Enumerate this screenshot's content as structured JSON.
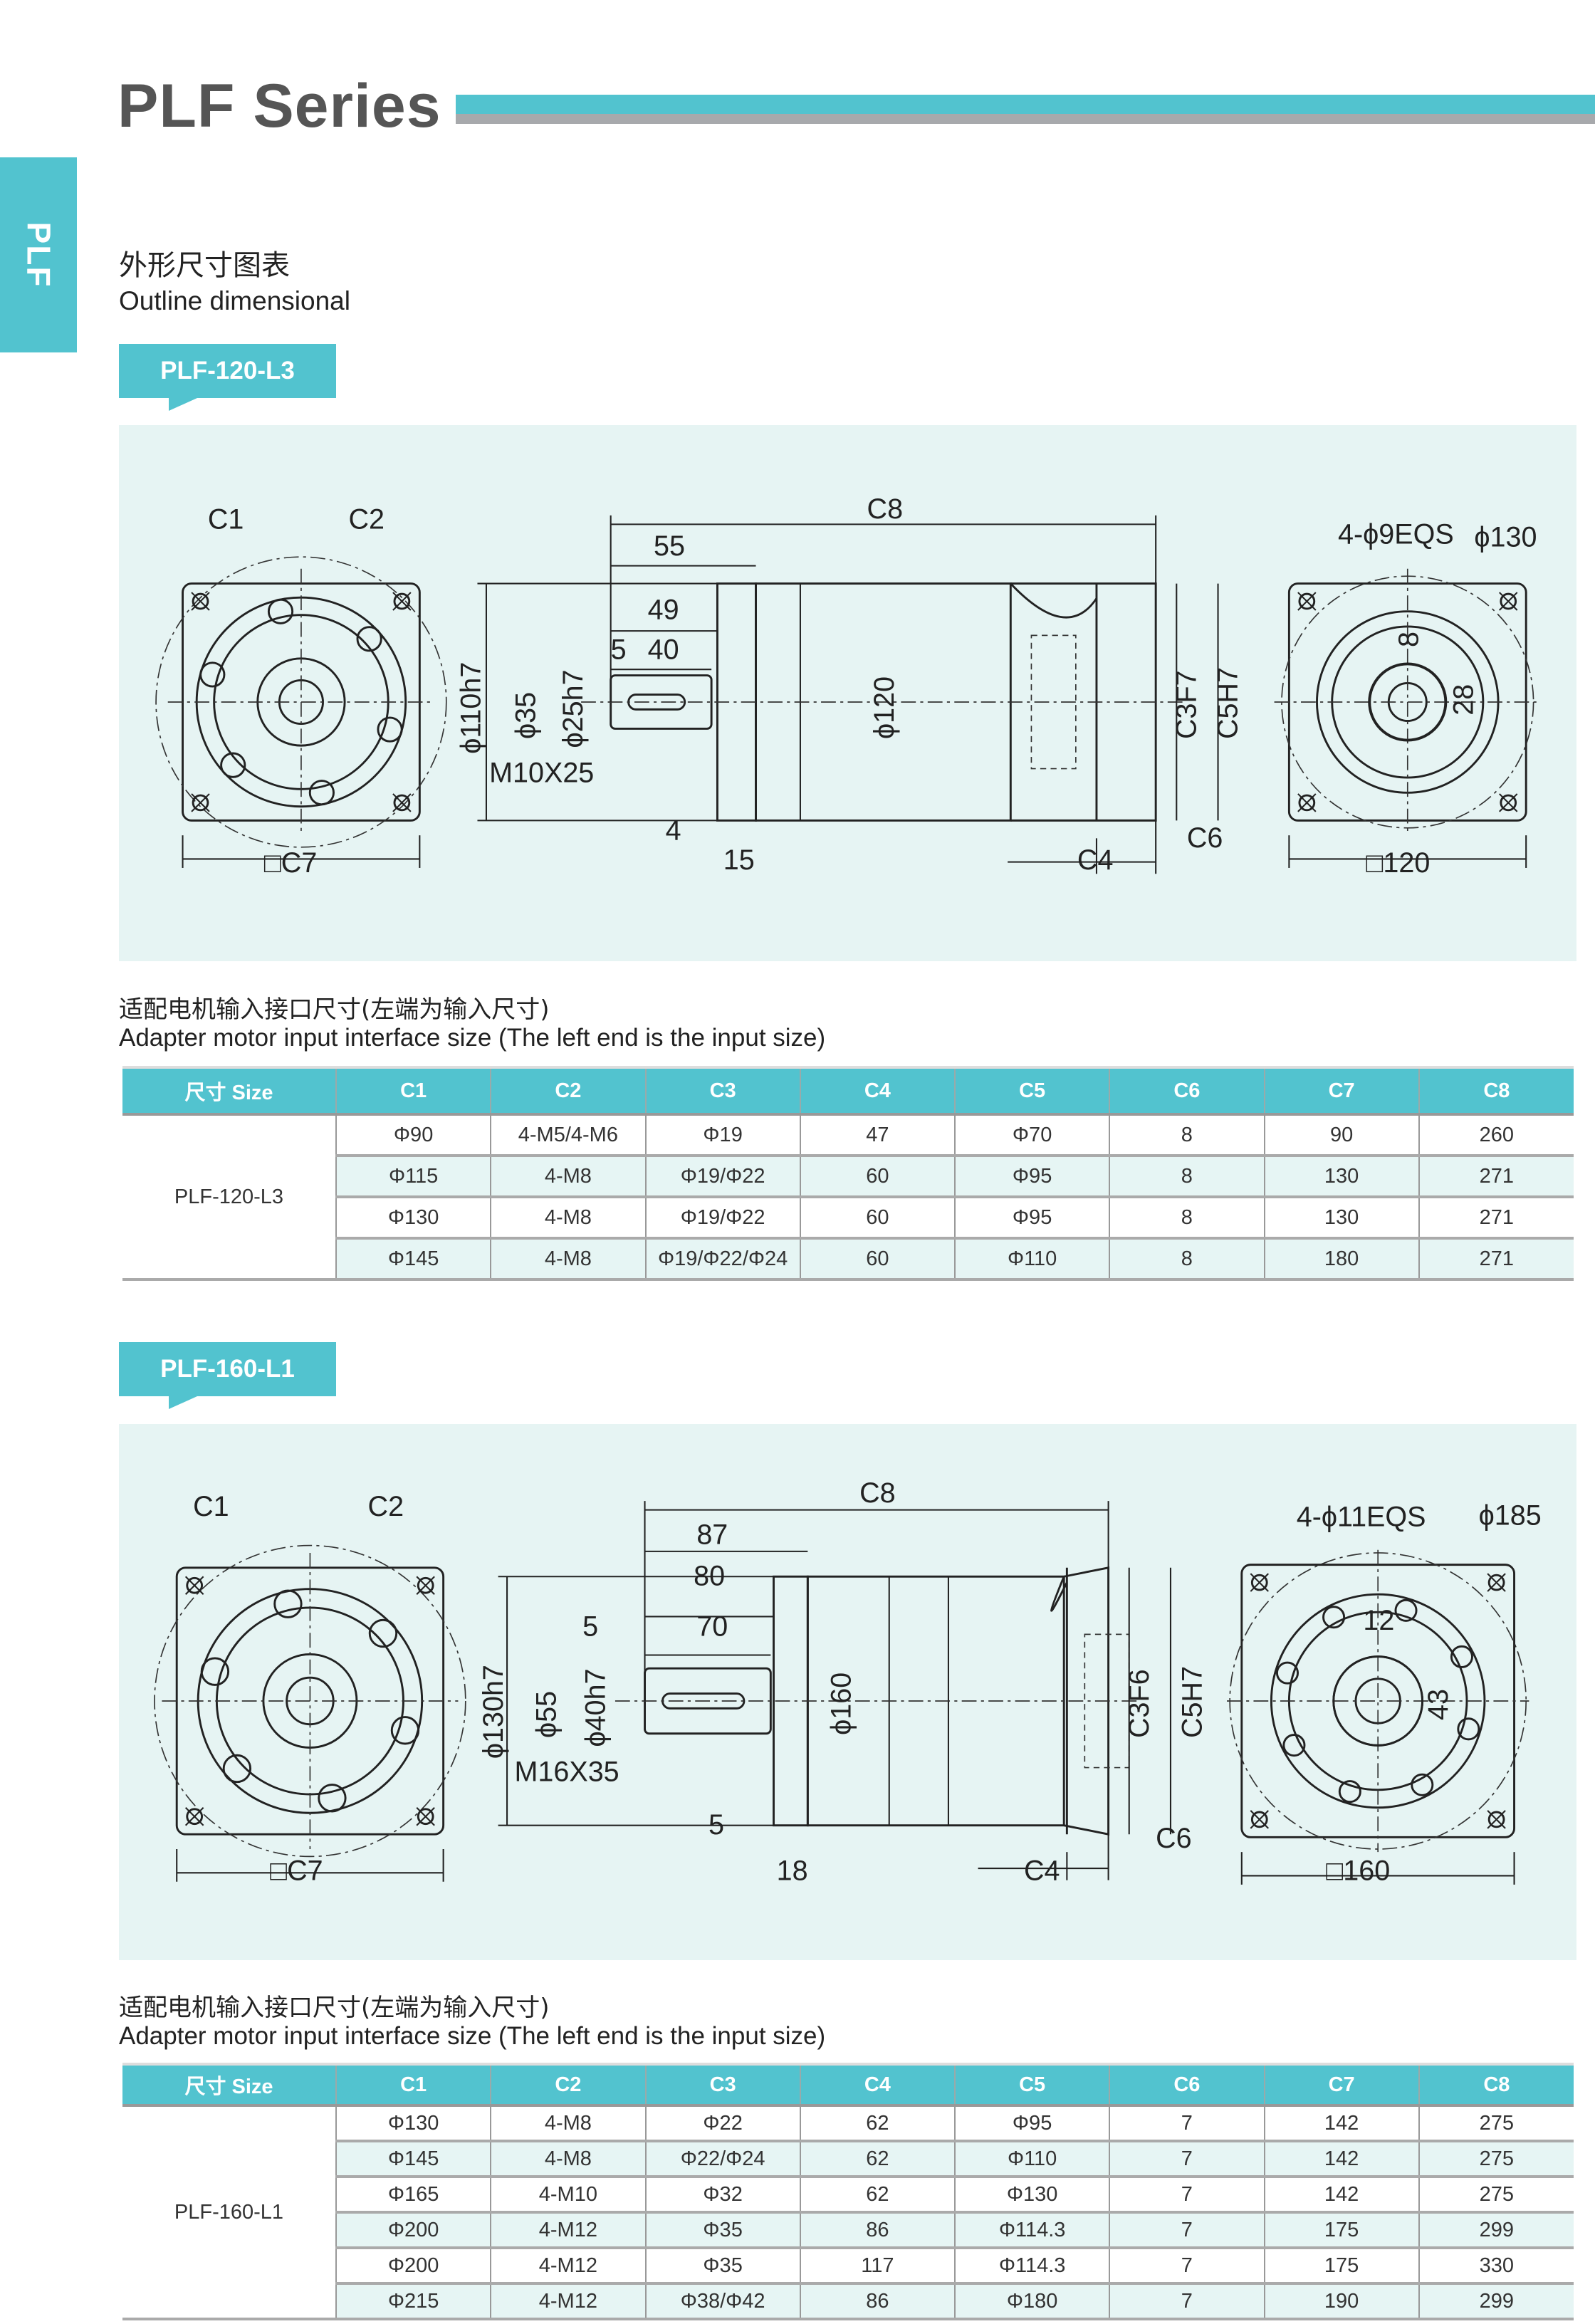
{
  "header": {
    "title": "PLF Series",
    "side_tab": "PLF",
    "heading_cn": "外形尺寸图表",
    "heading_en": "Outline dimensional"
  },
  "colors": {
    "accent": "#52c3cf",
    "panel": "#e6f4f3",
    "gray_bar": "#a7a9ac"
  },
  "sections": [
    {
      "model": "PLF-120-L3",
      "drawing": {
        "C1": "C1",
        "C2": "C2",
        "C7": "□C7",
        "C8": "C8",
        "d55": "55",
        "d49": "49",
        "d40": "40",
        "d5": "5",
        "shaft_fit": "ϕ110h7",
        "d35": "ϕ35",
        "d25": "ϕ25h7",
        "thread": "M10X25",
        "d4": "4",
        "d15": "15",
        "body": "ϕ120",
        "C3": "C3F7",
        "C5": "C5H7",
        "C4": "C4",
        "C6": "C6",
        "holes": "4-ϕ9EQS",
        "pcd": "ϕ130",
        "key": "8",
        "key_h": "28",
        "square": "□120"
      },
      "caption_cn": "适配电机输入接口尺寸(左端为输入尺寸)",
      "caption_en": "Adapter motor input interface size (The left end is the input size)",
      "columns": [
        "尺寸 Size",
        "C1",
        "C2",
        "C3",
        "C4",
        "C5",
        "C6",
        "C7",
        "C8"
      ],
      "rows": [
        [
          "Φ90",
          "4-M5/4-M6",
          "Φ19",
          "47",
          "Φ70",
          "8",
          "90",
          "260"
        ],
        [
          "Φ115",
          "4-M8",
          "Φ19/Φ22",
          "60",
          "Φ95",
          "8",
          "130",
          "271"
        ],
        [
          "Φ130",
          "4-M8",
          "Φ19/Φ22",
          "60",
          "Φ95",
          "8",
          "130",
          "271"
        ],
        [
          "Φ145",
          "4-M8",
          "Φ19/Φ22/Φ24",
          "60",
          "Φ110",
          "8",
          "180",
          "271"
        ]
      ]
    },
    {
      "model": "PLF-160-L1",
      "drawing": {
        "C1": "C1",
        "C2": "C2",
        "C7": "□C7",
        "C8": "C8",
        "d87": "87",
        "d80": "80",
        "d5": "5",
        "d70": "70",
        "shaft_fit": "ϕ130h7",
        "d55": "ϕ55",
        "d40": "ϕ40h7",
        "thread": "M16X35",
        "d5b": "5",
        "d18": "18",
        "body": "ϕ160",
        "C3": "C3F6",
        "C5": "C5H7",
        "C4": "C4",
        "C6": "C6",
        "holes": "4-ϕ11EQS",
        "pcd": "ϕ185",
        "key": "12",
        "key_h": "43",
        "square": "□160"
      },
      "caption_cn": "适配电机输入接口尺寸(左端为输入尺寸)",
      "caption_en": "Adapter motor input interface size (The left end is the input size)",
      "columns": [
        "尺寸 Size",
        "C1",
        "C2",
        "C3",
        "C4",
        "C5",
        "C6",
        "C7",
        "C8"
      ],
      "rows": [
        [
          "Φ130",
          "4-M8",
          "Φ22",
          "62",
          "Φ95",
          "7",
          "142",
          "275"
        ],
        [
          "Φ145",
          "4-M8",
          "Φ22/Φ24",
          "62",
          "Φ110",
          "7",
          "142",
          "275"
        ],
        [
          "Φ165",
          "4-M10",
          "Φ32",
          "62",
          "Φ130",
          "7",
          "142",
          "275"
        ],
        [
          "Φ200",
          "4-M12",
          "Φ35",
          "86",
          "Φ114.3",
          "7",
          "175",
          "299"
        ],
        [
          "Φ200",
          "4-M12",
          "Φ35",
          "117",
          "Φ114.3",
          "7",
          "175",
          "330"
        ],
        [
          "Φ215",
          "4-M12",
          "Φ38/Φ42",
          "86",
          "Φ180",
          "7",
          "190",
          "299"
        ]
      ]
    }
  ]
}
